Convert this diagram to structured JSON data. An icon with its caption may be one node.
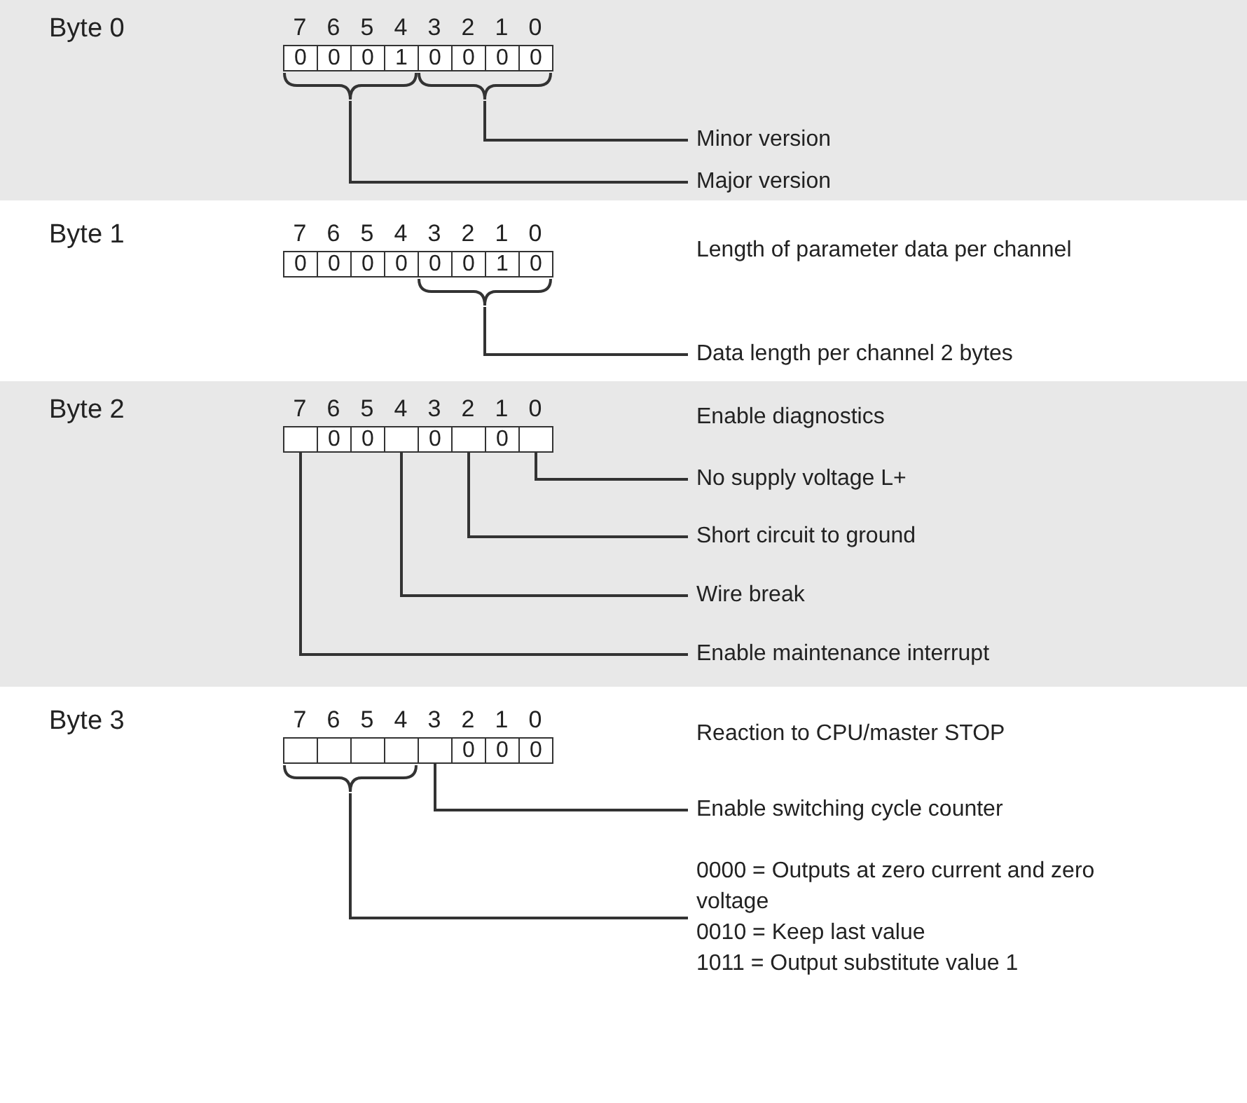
{
  "diagram": {
    "nodes": [
      {
        "text": [
          "Byte 0"
        ]
      },
      {
        "text": [
          "0"
        ],
        "in": 0
      },
      {
        "text": [
          "0"
        ],
        "in": 0
      },
      {
        "text": [
          "0"
        ],
        "in": 0
      },
      {
        "text": [
          "1"
        ],
        "in": 0
      },
      {
        "text": [
          "0"
        ],
        "in": 0
      },
      {
        "text": [
          "0"
        ],
        "in": 0
      },
      {
        "text": [
          "0"
        ],
        "in": 0
      },
      {
        "text": [
          "0"
        ],
        "in": 0
      },
      {
        "text": [],
        "shape": "brace",
        "in": 0
      },
      {
        "text": [],
        "shape": "brace",
        "in": 0
      },
      {
        "text": [
          "Minor version"
        ],
        "in": 0
      },
      {
        "text": [
          "Major version"
        ],
        "in": 0
      },
      {
        "text": [
          "Byte 1"
        ]
      },
      {
        "text": [
          "0"
        ],
        "in": 13
      },
      {
        "text": [
          "0"
        ],
        "in": 13
      },
      {
        "text": [
          "0"
        ],
        "in": 13
      },
      {
        "text": [
          "0"
        ],
        "in": 13
      },
      {
        "text": [
          "0"
        ],
        "in": 13
      },
      {
        "text": [
          "0"
        ],
        "in": 13
      },
      {
        "text": [
          "1"
        ],
        "in": 13
      },
      {
        "text": [
          "0"
        ],
        "in": 13
      },
      {
        "text": [],
        "shape": "brace",
        "in": 13
      },
      {
        "text": [
          "Data length per channel 2 bytes"
        ],
        "in": 13
      },
      {
        "text": [
          "Byte 2"
        ]
      },
      {
        "text": [],
        "shape": "box",
        "in": 24
      },
      {
        "text": [
          "0"
        ],
        "in": 24
      },
      {
        "text": [
          "0"
        ],
        "in": 24
      },
      {
        "text": [],
        "shape": "box",
        "in": 24
      },
      {
        "text": [
          "0"
        ],
        "in": 24
      },
      {
        "text": [],
        "shape": "box",
        "in": 24
      },
      {
        "text": [
          "0"
        ],
        "in": 24
      },
      {
        "text": [],
        "shape": "box",
        "in": 24
      },
      {
        "text": [
          "No supply voltage L+"
        ],
        "in": 24
      },
      {
        "text": [
          "Short circuit to ground"
        ],
        "in": 24
      },
      {
        "text": [
          "Wire break"
        ],
        "in": 24
      },
      {
        "text": [
          "Enable maintenance interrupt"
        ],
        "in": 24
      },
      {
        "text": [
          "Byte 3"
        ]
      },
      {
        "text": [],
        "shape": "box",
        "in": 37
      },
      {
        "text": [],
        "shape": "box",
        "in": 37
      },
      {
        "text": [],
        "shape": "box",
        "in": 37
      },
      {
        "text": [],
        "shape": "box",
        "in": 37
      },
      {
        "text": [],
        "shape": "box",
        "in": 37
      },
      {
        "text": [
          "0"
        ],
        "in": 37
      },
      {
        "text": [
          "0"
        ],
        "in": 37
      },
      {
        "text": [
          "0"
        ],
        "in": 37
      },
      {
        "text": [],
        "shape": "brace",
        "in": 37
      },
      {
        "text": [
          "Enable switching cycle counter"
        ],
        "in": 37
      },
      {
        "text": [
          "0000 = Outputs at zero current and zero voltage",
          "0010 = Keep last value",
          "1011 = Output substitute value 1"
        ],
        "in": 37
      }
    ],
    "edges": [
      {
        "from": 11,
        "to": 10,
        "arrow": "none"
      },
      {
        "from": 12,
        "to": 9,
        "arrow": "none"
      },
      {
        "from": 23,
        "to": 22,
        "arrow": "none"
      },
      {
        "from": 33,
        "to": 32,
        "arrow": "none"
      },
      {
        "from": 34,
        "to": 30,
        "arrow": "none"
      },
      {
        "from": 35,
        "to": 28,
        "arrow": "none"
      },
      {
        "from": 36,
        "to": 25,
        "arrow": "none"
      },
      {
        "from": 47,
        "to": 42,
        "arrow": "none"
      },
      {
        "from": 48,
        "to": 46,
        "arrow": "none"
      }
    ],
    "labels": [
      "7",
      "6",
      "5",
      "4",
      "3",
      "2",
      "1",
      "0",
      "7",
      "6",
      "5",
      "4",
      "3",
      "2",
      "1",
      "0",
      "Length of parameter data per channel",
      "7",
      "6",
      "5",
      "4",
      "3",
      "2",
      "1",
      "0",
      "Enable diagnostics",
      "7",
      "6",
      "5",
      "4",
      "3",
      "2",
      "1",
      "0",
      "Reaction to CPU/master STOP"
    ]
  }
}
